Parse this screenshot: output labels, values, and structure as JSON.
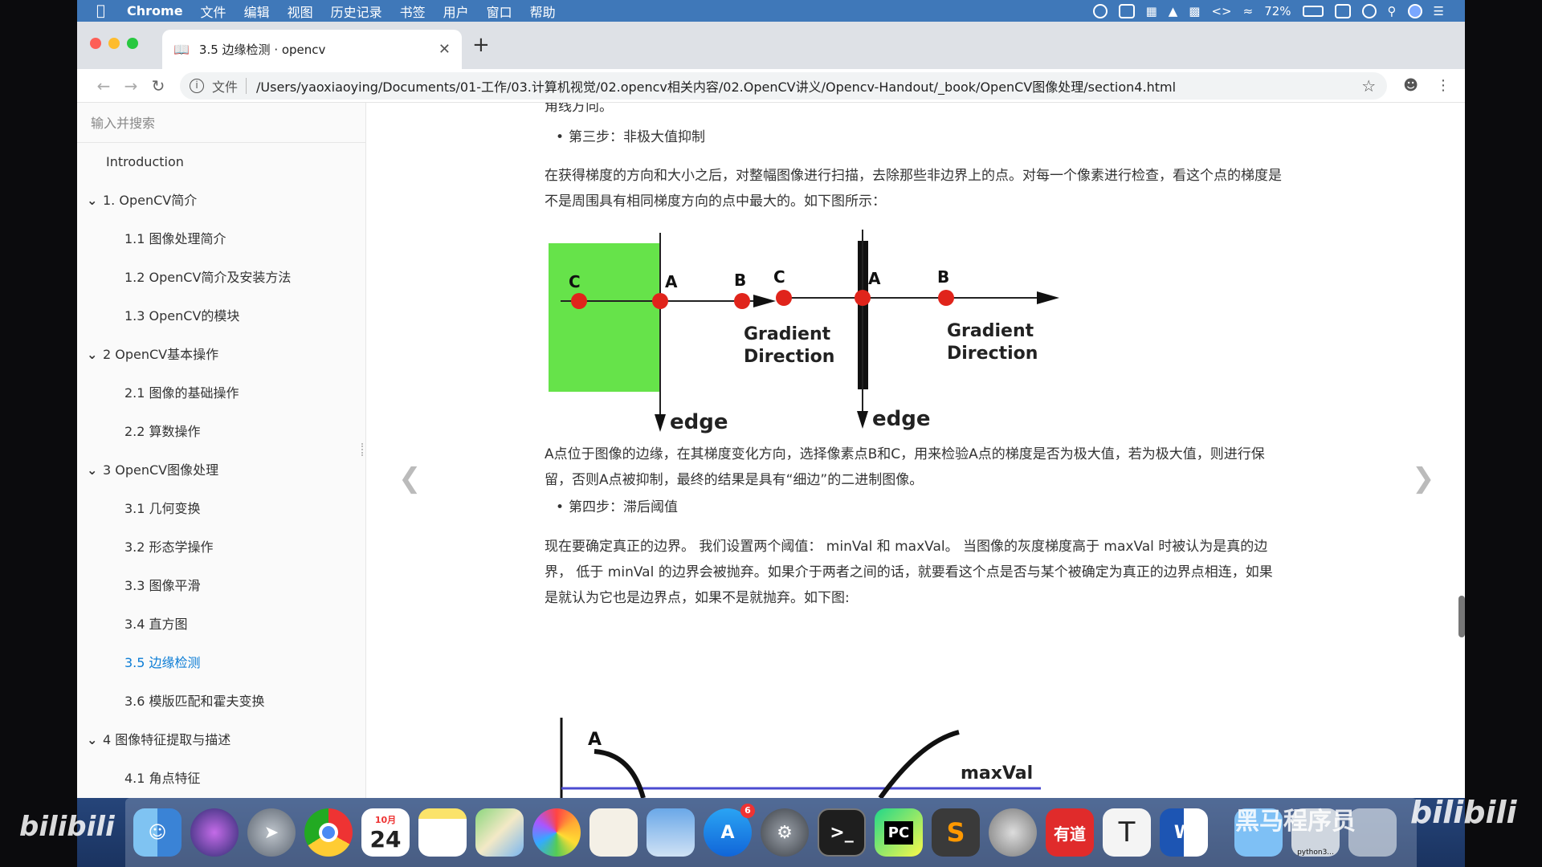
{
  "menubar": {
    "app": "Chrome",
    "items": [
      "文件",
      "编辑",
      "视图",
      "历史记录",
      "书签",
      "用户",
      "窗口",
      "帮助"
    ],
    "battery": "72%"
  },
  "browser": {
    "tab_title": "3.5 边缘检测 · opencv",
    "omnibox_label": "文件",
    "url": "/Users/yaoxiaoying/Documents/01-工作/03.计算机视觉/02.opencv相关内容/02.OpenCV讲义/Opencv-Handout/_book/OpenCV图像处理/section4.html"
  },
  "sidebar": {
    "search_placeholder": "输入并搜索",
    "items": [
      {
        "label": "Introduction",
        "level": 0
      },
      {
        "label": "1. OpenCV简介",
        "level": 1
      },
      {
        "label": "1.1 图像处理简介",
        "level": 2
      },
      {
        "label": "1.2 OpenCV简介及安装方法",
        "level": 2
      },
      {
        "label": "1.3 OpenCV的模块",
        "level": 2
      },
      {
        "label": "2 OpenCV基本操作",
        "level": 1
      },
      {
        "label": "2.1 图像的基础操作",
        "level": 2
      },
      {
        "label": "2.2 算数操作",
        "level": 2
      },
      {
        "label": "3 OpenCV图像处理",
        "level": 1
      },
      {
        "label": "3.1 几何变换",
        "level": 2
      },
      {
        "label": "3.2 形态学操作",
        "level": 2
      },
      {
        "label": "3.3 图像平滑",
        "level": 2
      },
      {
        "label": "3.4 直方图",
        "level": 2
      },
      {
        "label": "3.5 边缘检测",
        "level": 2,
        "active": true
      },
      {
        "label": "3.6 模版匹配和霍夫变换",
        "level": 2
      },
      {
        "label": "4 图像特征提取与描述",
        "level": 1
      },
      {
        "label": "4.1 角点特征",
        "level": 2
      }
    ]
  },
  "content": {
    "fragment_top": "角线方向。",
    "step3": "第三步：非极大值抑制",
    "para1": "在获得梯度的方向和大小之后，对整幅图像进行扫描，去除那些非边界上的点。对每一个像素进行检查，看这个点的梯度是不是周围具有相同梯度方向的点中最大的。如下图所示：",
    "figure1": {
      "labels": {
        "c": "C",
        "a": "A",
        "b": "B",
        "grad1": "Gradient",
        "grad2": "Direction",
        "edge": "edge"
      }
    },
    "para2": "A点位于图像的边缘，在其梯度变化方向，选择像素点B和C，用来检验A点的梯度是否为极大值，若为极大值，则进行保留，否则A点被抑制，最终的结果是具有“细边”的二进制图像。",
    "step4": "第四步：滞后阈值",
    "para3": "现在要确定真正的边界。 我们设置两个阈值： minVal 和 maxVal。 当图像的灰度梯度高于 maxVal 时被认为是真的边界， 低于 minVal 的边界会被抛弃。如果介于两者之间的话，就要看这个点是否与某个被确定为真正的边界点相连，如果是就认为它也是边界点，如果不是就抛弃。如下图:",
    "figure2": {
      "a": "A",
      "maxval": "maxVal"
    }
  },
  "dock": {
    "calendar_month": "10月",
    "calendar_day": "24",
    "appstore_badge": "6",
    "python_label": "python3...",
    "items": [
      "finder-icon",
      "siri-icon",
      "launchpad-icon",
      "chrome-icon",
      "calendar-icon",
      "notes-icon",
      "maps-icon",
      "photos-icon",
      "textedit-icon",
      "keynote-icon",
      "appstore-icon",
      "system-preferences-icon",
      "terminal-icon",
      "pycharm-icon",
      "sublime-icon",
      "screenflow-icon",
      "youdao-icon",
      "typora-icon",
      "word-icon",
      "folder-icon",
      "python-window-icon",
      "trash-icon"
    ]
  },
  "watermarks": {
    "left": "bilibili",
    "right_cn": "黑马程序员",
    "right": "bilibili"
  },
  "colors": {
    "menubar": "#3f78b9",
    "active_link": "#0b7cd5",
    "figure_green": "#66e34a",
    "figure_red": "#e0241b"
  }
}
